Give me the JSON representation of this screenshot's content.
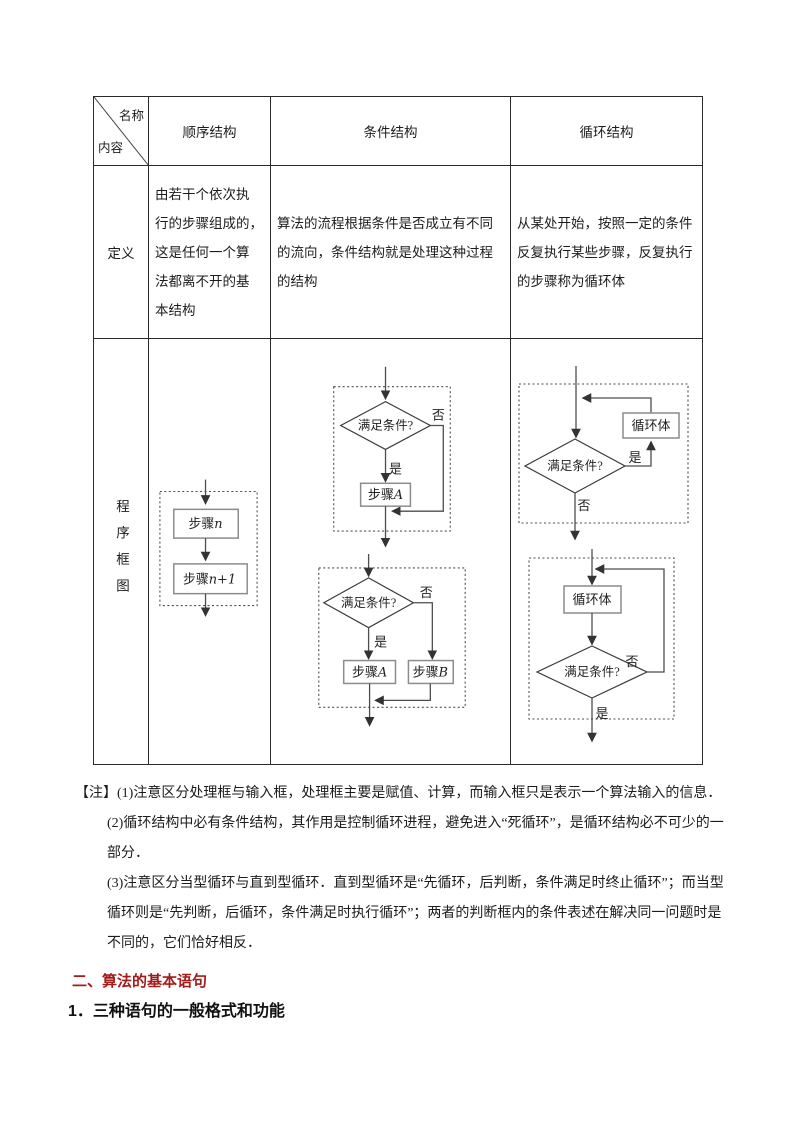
{
  "table": {
    "corner": {
      "top_right": "名称",
      "bottom_left": "内容"
    },
    "columns": [
      "顺序结构",
      "条件结构",
      "循环结构"
    ],
    "def_row": {
      "label": "定义",
      "sequence": "由若干个依次执\n行的步骤组成的，\n这是任何一个算\n法都离不开的基\n本结构",
      "condition": "算法的流程根据条件是否成立有不同\n的流向，条件结构就是处理这种过程\n的结构",
      "loop": "从某处开始，按照一定的条件\n反复执行某些步骤，反复执行\n的步骤称为循环体"
    },
    "flow_row": {
      "label": "程序框图"
    }
  },
  "flowcharts": {
    "sequence": {
      "step_n": {
        "prefix": "步骤",
        "var": "n"
      },
      "step_n1": {
        "prefix": "步骤",
        "var": "n+1"
      }
    },
    "condition_single": {
      "question": "满足条件?",
      "yes": "是",
      "no": "否",
      "step_a": {
        "prefix": "步骤",
        "var": "A"
      }
    },
    "condition_double": {
      "question": "满足条件?",
      "yes": "是",
      "no": "否",
      "step_a": {
        "prefix": "步骤",
        "var": "A"
      },
      "step_b": {
        "prefix": "步骤",
        "var": "B"
      }
    },
    "loop_while": {
      "question": "满足条件?",
      "yes": "是",
      "no": "否",
      "body": "循环体"
    },
    "loop_until": {
      "question": "满足条件?",
      "yes": "是",
      "no": "否",
      "body": "循环体"
    }
  },
  "notes": {
    "lines": [
      "【注】(1)注意区分处理框与输入框，处理框主要是赋值、计算，而输入框只是表示一个算法输入的信息．",
      "(2)循环结构中必有条件结构，其作用是控制循环进程，避免进入“死循环”，是循环结构必不可少的一",
      "部分．",
      "(3)注意区分当型循环与直到型循环．直到型循环是“先循环，后判断，条件满足时终止循环”；而当型",
      "循环则是“先判断，后循环，条件满足时执行循环”；两者的判断框内的条件表述在解决同一问题时是",
      "不同的，它们恰好相反．"
    ]
  },
  "headings": {
    "section": "二、算法的基本语句",
    "section_color": "#a21c1c",
    "subsection": "1．三种语句的一般格式和功能"
  }
}
